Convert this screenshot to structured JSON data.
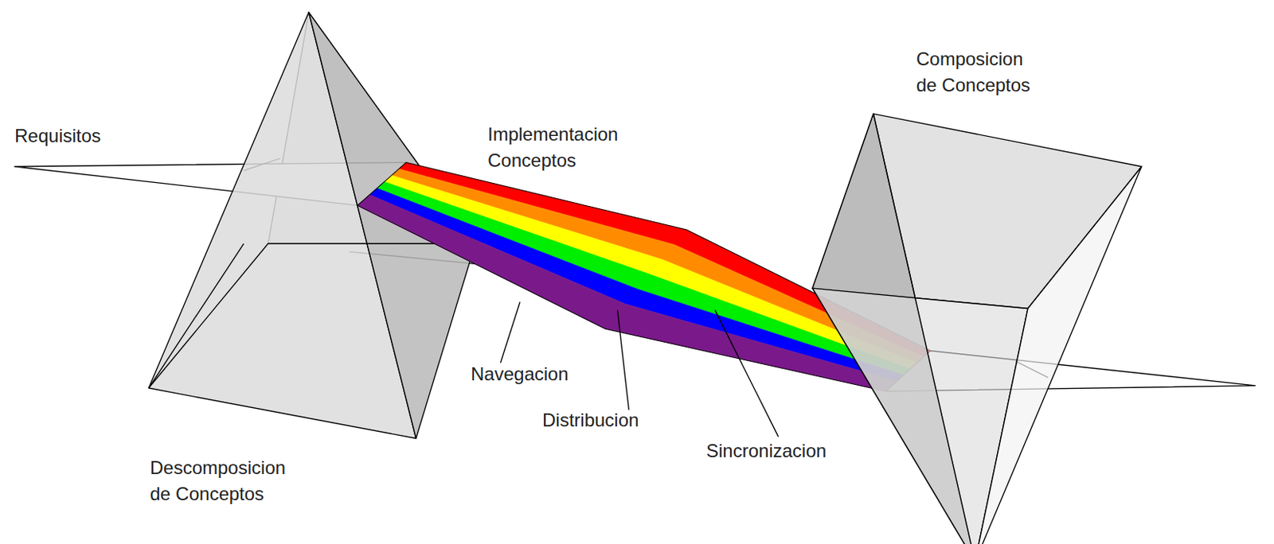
{
  "diagram": {
    "labels": [
      "Requisitos",
      "Implementacion Conceptos",
      "Composicion de Conceptos",
      "Descomposicion de Conceptos",
      "Navegacion",
      "Distribucion",
      "Sincronizacion"
    ]
  }
}
